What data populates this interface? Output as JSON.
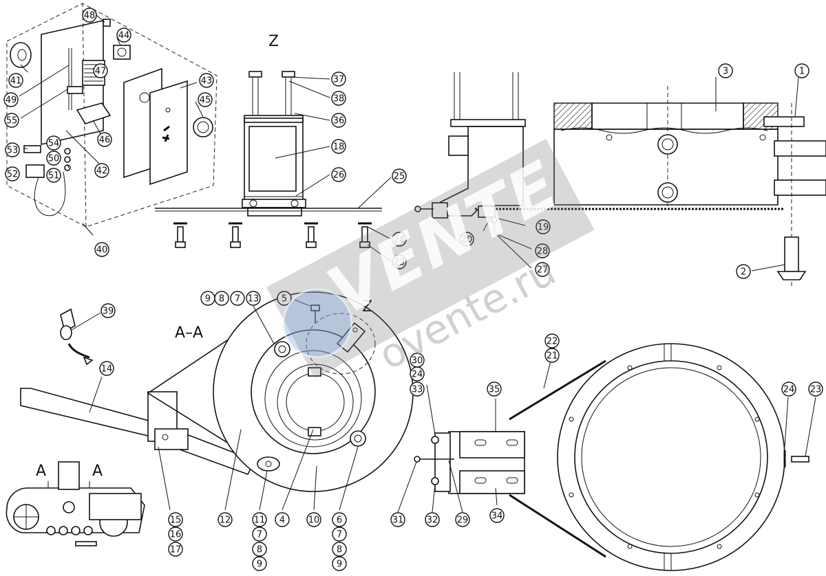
{
  "view_labels": {
    "z_top": "Z",
    "z_mid": "Z",
    "section": "A–A",
    "a_left": "A",
    "a_right": "A"
  },
  "callouts": [
    {
      "id": "c48",
      "label": "48"
    },
    {
      "id": "c44",
      "label": "44"
    },
    {
      "id": "c41",
      "label": "41"
    },
    {
      "id": "c47",
      "label": "47"
    },
    {
      "id": "c43",
      "label": "43"
    },
    {
      "id": "c49",
      "label": "49"
    },
    {
      "id": "c45",
      "label": "45"
    },
    {
      "id": "c55",
      "label": "55"
    },
    {
      "id": "c46",
      "label": "46"
    },
    {
      "id": "c54",
      "label": "54"
    },
    {
      "id": "c53",
      "label": "53"
    },
    {
      "id": "c50",
      "label": "50"
    },
    {
      "id": "c42",
      "label": "42"
    },
    {
      "id": "c52",
      "label": "52"
    },
    {
      "id": "c51",
      "label": "51"
    },
    {
      "id": "c40",
      "label": "40"
    },
    {
      "id": "c37",
      "label": "37"
    },
    {
      "id": "c38",
      "label": "38"
    },
    {
      "id": "c36",
      "label": "36"
    },
    {
      "id": "c18",
      "label": "18"
    },
    {
      "id": "c26",
      "label": "26"
    },
    {
      "id": "c25",
      "label": "25"
    },
    {
      "id": "c24a",
      "label": "24"
    },
    {
      "id": "c23a",
      "label": "23"
    },
    {
      "id": "c3",
      "label": "3"
    },
    {
      "id": "c1",
      "label": "1"
    },
    {
      "id": "c19",
      "label": "19"
    },
    {
      "id": "c20",
      "label": "20"
    },
    {
      "id": "c28",
      "label": "28"
    },
    {
      "id": "c27",
      "label": "27"
    },
    {
      "id": "c2",
      "label": "2"
    },
    {
      "id": "c9a",
      "label": "9"
    },
    {
      "id": "c8a",
      "label": "8"
    },
    {
      "id": "c7a",
      "label": "7"
    },
    {
      "id": "c13",
      "label": "13"
    },
    {
      "id": "c5",
      "label": "5"
    },
    {
      "id": "c39",
      "label": "39"
    },
    {
      "id": "c14",
      "label": "14"
    },
    {
      "id": "c22",
      "label": "22"
    },
    {
      "id": "c21",
      "label": "21"
    },
    {
      "id": "c30",
      "label": "30"
    },
    {
      "id": "c24b",
      "label": "24"
    },
    {
      "id": "c33",
      "label": "33"
    },
    {
      "id": "c35",
      "label": "35"
    },
    {
      "id": "c24c",
      "label": "24"
    },
    {
      "id": "c23b",
      "label": "23"
    },
    {
      "id": "c15",
      "label": "15"
    },
    {
      "id": "c16",
      "label": "16"
    },
    {
      "id": "c17",
      "label": "17"
    },
    {
      "id": "c12",
      "label": "12"
    },
    {
      "id": "c11",
      "label": "11"
    },
    {
      "id": "c7b",
      "label": "7"
    },
    {
      "id": "c8b",
      "label": "8"
    },
    {
      "id": "c9b",
      "label": "9"
    },
    {
      "id": "c4",
      "label": "4"
    },
    {
      "id": "c10",
      "label": "10"
    },
    {
      "id": "c6",
      "label": "6"
    },
    {
      "id": "c7c",
      "label": "7"
    },
    {
      "id": "c8c",
      "label": "8"
    },
    {
      "id": "c9c",
      "label": "9"
    },
    {
      "id": "c31",
      "label": "31"
    },
    {
      "id": "c32",
      "label": "32"
    },
    {
      "id": "c29",
      "label": "29"
    },
    {
      "id": "c34",
      "label": "34"
    }
  ],
  "watermark": {
    "brand": "VENTE",
    "site": "ovente.ru"
  }
}
